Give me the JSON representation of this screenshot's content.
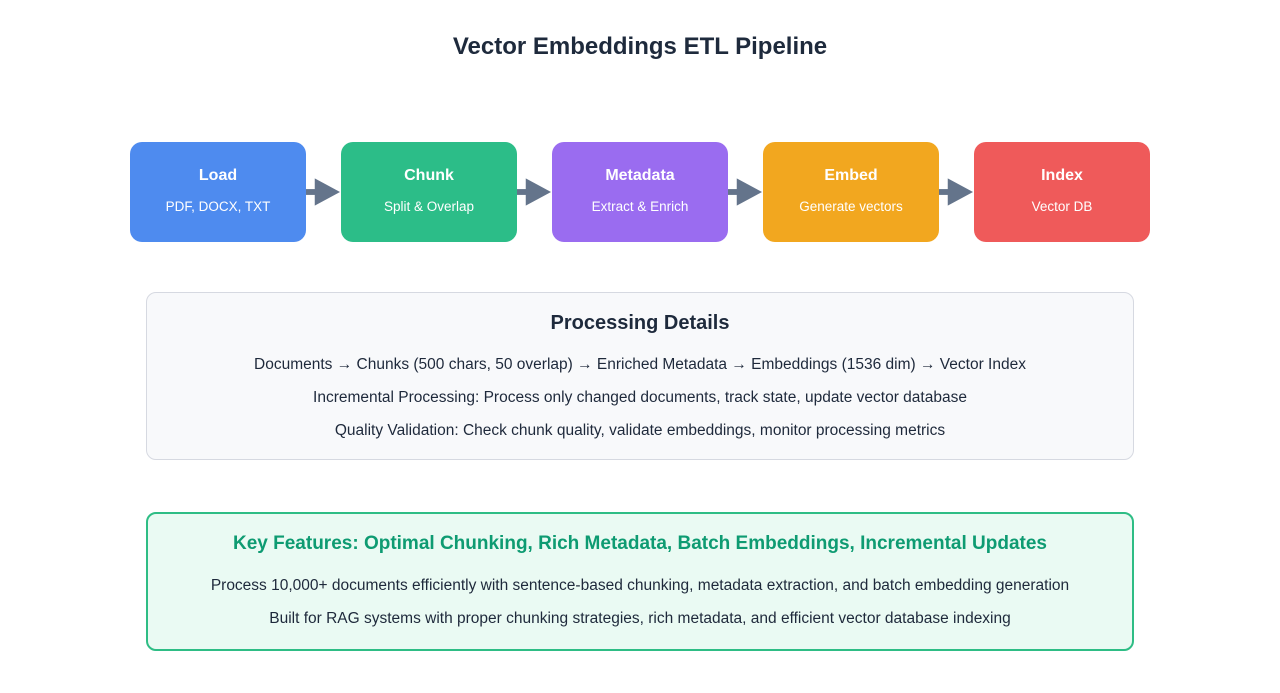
{
  "title": "Vector Embeddings ETL Pipeline",
  "pipeline": {
    "arrow_color": "#64748b",
    "stages": [
      {
        "label": "Load",
        "sublabel": "PDF, DOCX, TXT",
        "color": "#4e8bef"
      },
      {
        "label": "Chunk",
        "sublabel": "Split & Overlap",
        "color": "#2cbd88"
      },
      {
        "label": "Metadata",
        "sublabel": "Extract & Enrich",
        "color": "#9a6cf0"
      },
      {
        "label": "Embed",
        "sublabel": "Generate vectors",
        "color": "#f2a71f"
      },
      {
        "label": "Index",
        "sublabel": "Vector DB",
        "color": "#ef5a5a"
      }
    ]
  },
  "processing_details": {
    "title": "Processing Details",
    "lines": [
      "Documents → Chunks (500 chars, 50 overlap) → Enriched Metadata → Embeddings (1536 dim) → Vector Index",
      "Incremental Processing: Process only changed documents, track state, update vector database",
      "Quality Validation: Check chunk quality, validate embeddings, monitor processing metrics"
    ],
    "background_color": "#f8f9fb",
    "border_color": "#d6d9e1"
  },
  "key_features": {
    "title": "Key Features: Optimal Chunking, Rich Metadata, Batch Embeddings, Incremental Updates",
    "lines": [
      "Process 10,000+ documents efficiently with sentence-based chunking, metadata extraction, and batch embedding generation",
      "Built for RAG systems with proper chunking strategies, rich metadata, and efficient vector database indexing"
    ],
    "accent_color": "#0e9b72",
    "border_color": "#2ebd85",
    "background_color": "#eafaf3"
  }
}
